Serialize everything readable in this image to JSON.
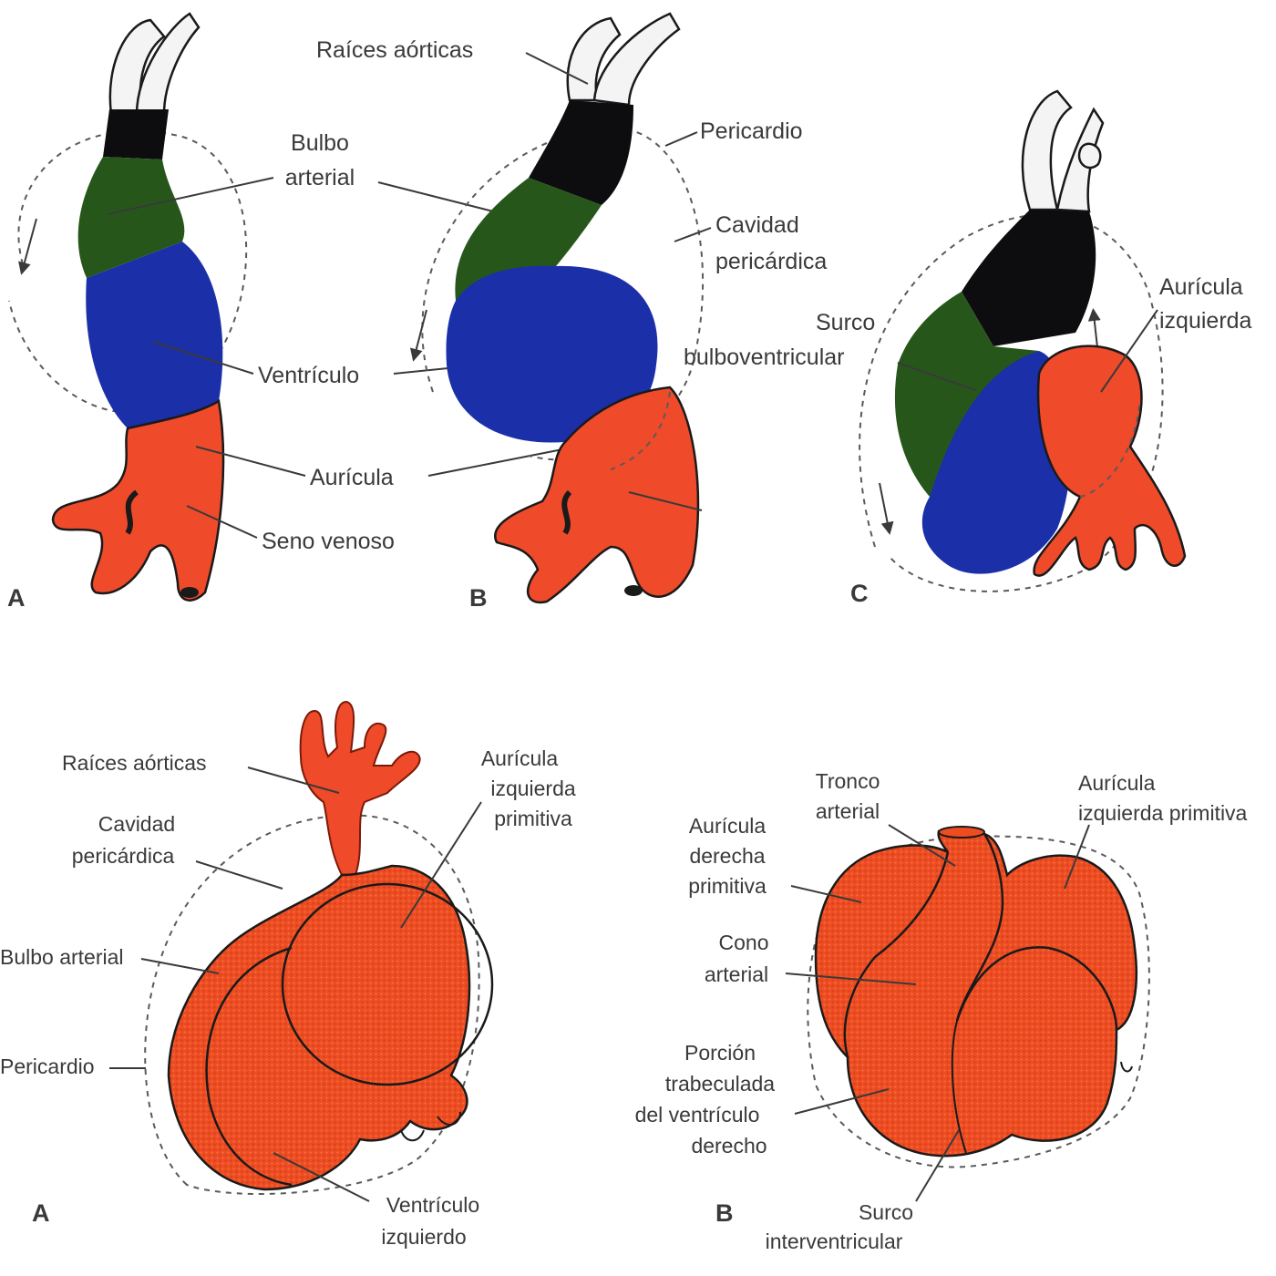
{
  "colors": {
    "aortic_roots": "#f4f4f4",
    "bulb_black": "#0d0d10",
    "bulb_green": "#27561a",
    "ventricle_blue": "#1b2fa8",
    "atrium_red": "#ef4a2a",
    "heart_orange": "#ee4d22"
  },
  "top_row": {
    "panel_a": {
      "letter": "A",
      "labels": {
        "bulbo_arterial": [
          "Bulbo",
          "arterial"
        ],
        "ventriculo": "Ventrículo",
        "auricula": "Aurícula",
        "seno_venoso": "Seno venoso"
      }
    },
    "panel_b": {
      "letter": "B",
      "labels": {
        "raices_aorticas": "Raíces aórticas",
        "pericardio": "Pericardio",
        "cavidad_pericardica": [
          "Cavidad",
          "pericárdica"
        ]
      }
    },
    "panel_c": {
      "letter": "C",
      "labels": {
        "surco_bulboventricular": [
          "Surco",
          "bulboventricular"
        ],
        "auricula_izquierda": [
          "Aurícula",
          "izquierda"
        ]
      }
    }
  },
  "bottom_row": {
    "panel_a": {
      "letter": "A",
      "labels": {
        "raices_aorticas": "Raíces aórticas",
        "cavidad_pericardica": [
          "Cavidad",
          "pericárdica"
        ],
        "bulbo_arterial": "Bulbo arterial",
        "pericardio": "Pericardio",
        "auricula_izquierda_primitiva": [
          "Aurícula",
          "izquierda",
          "primitiva"
        ],
        "ventriculo_izquierdo": [
          "Ventrículo",
          "izquierdo"
        ]
      }
    },
    "panel_b": {
      "letter": "B",
      "labels": {
        "tronco_arterial": [
          "Tronco",
          "arterial"
        ],
        "auricula_izquierda_primitiva": [
          "Aurícula",
          "izquierda primitiva"
        ],
        "auricula_derecha_primitiva": [
          "Aurícula",
          "derecha",
          "primitiva"
        ],
        "cono_arterial": [
          "Cono",
          "arterial"
        ],
        "porcion_trabeculada": [
          "Porción",
          "trabeculada",
          "del ventrículo",
          "derecho"
        ],
        "surco_interventricular": [
          "Surco",
          "interventricular"
        ]
      }
    }
  }
}
